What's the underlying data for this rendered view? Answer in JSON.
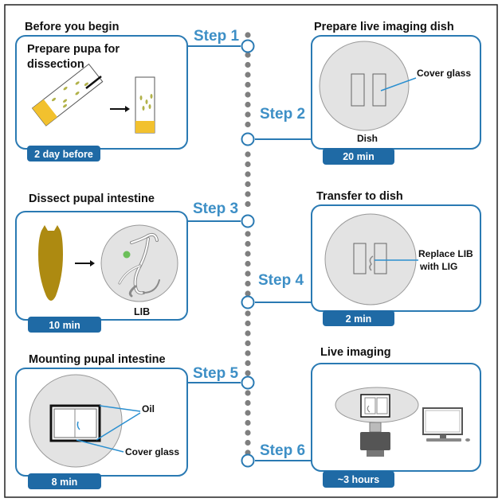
{
  "colors": {
    "accent": "#2a7ab3",
    "badge": "#1f6aa5",
    "dot": "#7f7f7f",
    "dish_fill": "#e3e3e3",
    "pupa_fill": "#c08a14",
    "larva_fill": "#ad8a11",
    "yellow_medium": "#f2c12e",
    "green_spot": "#6bbf59"
  },
  "steps": [
    {
      "label": "Step 1",
      "title": "Before you begin",
      "box_heading": "Prepare pupa for dissection",
      "time": "2 day before"
    },
    {
      "label": "Step 2",
      "title": "Prepare live imaging dish",
      "time": "20 min"
    },
    {
      "label": "Step 3",
      "title": "Dissect pupal intestine",
      "time": "10 min"
    },
    {
      "label": "Step 4",
      "title": "Transfer to dish",
      "time": "2 min"
    },
    {
      "label": "Step 5",
      "title": "Mounting pupal intestine",
      "time": "8 min"
    },
    {
      "label": "Step 6",
      "title": "Live imaging",
      "time": "~3 hours"
    }
  ],
  "labels": {
    "box1_line1": "Prepare pupa for",
    "box1_line2": "dissection",
    "cover_glass": "Cover glass",
    "dish": "Dish",
    "lib": "LIB",
    "replace_line1": "Replace LIB",
    "replace_line2": "with LIG",
    "oil": "Oil",
    "cover_glass_2": "Cover glass"
  }
}
